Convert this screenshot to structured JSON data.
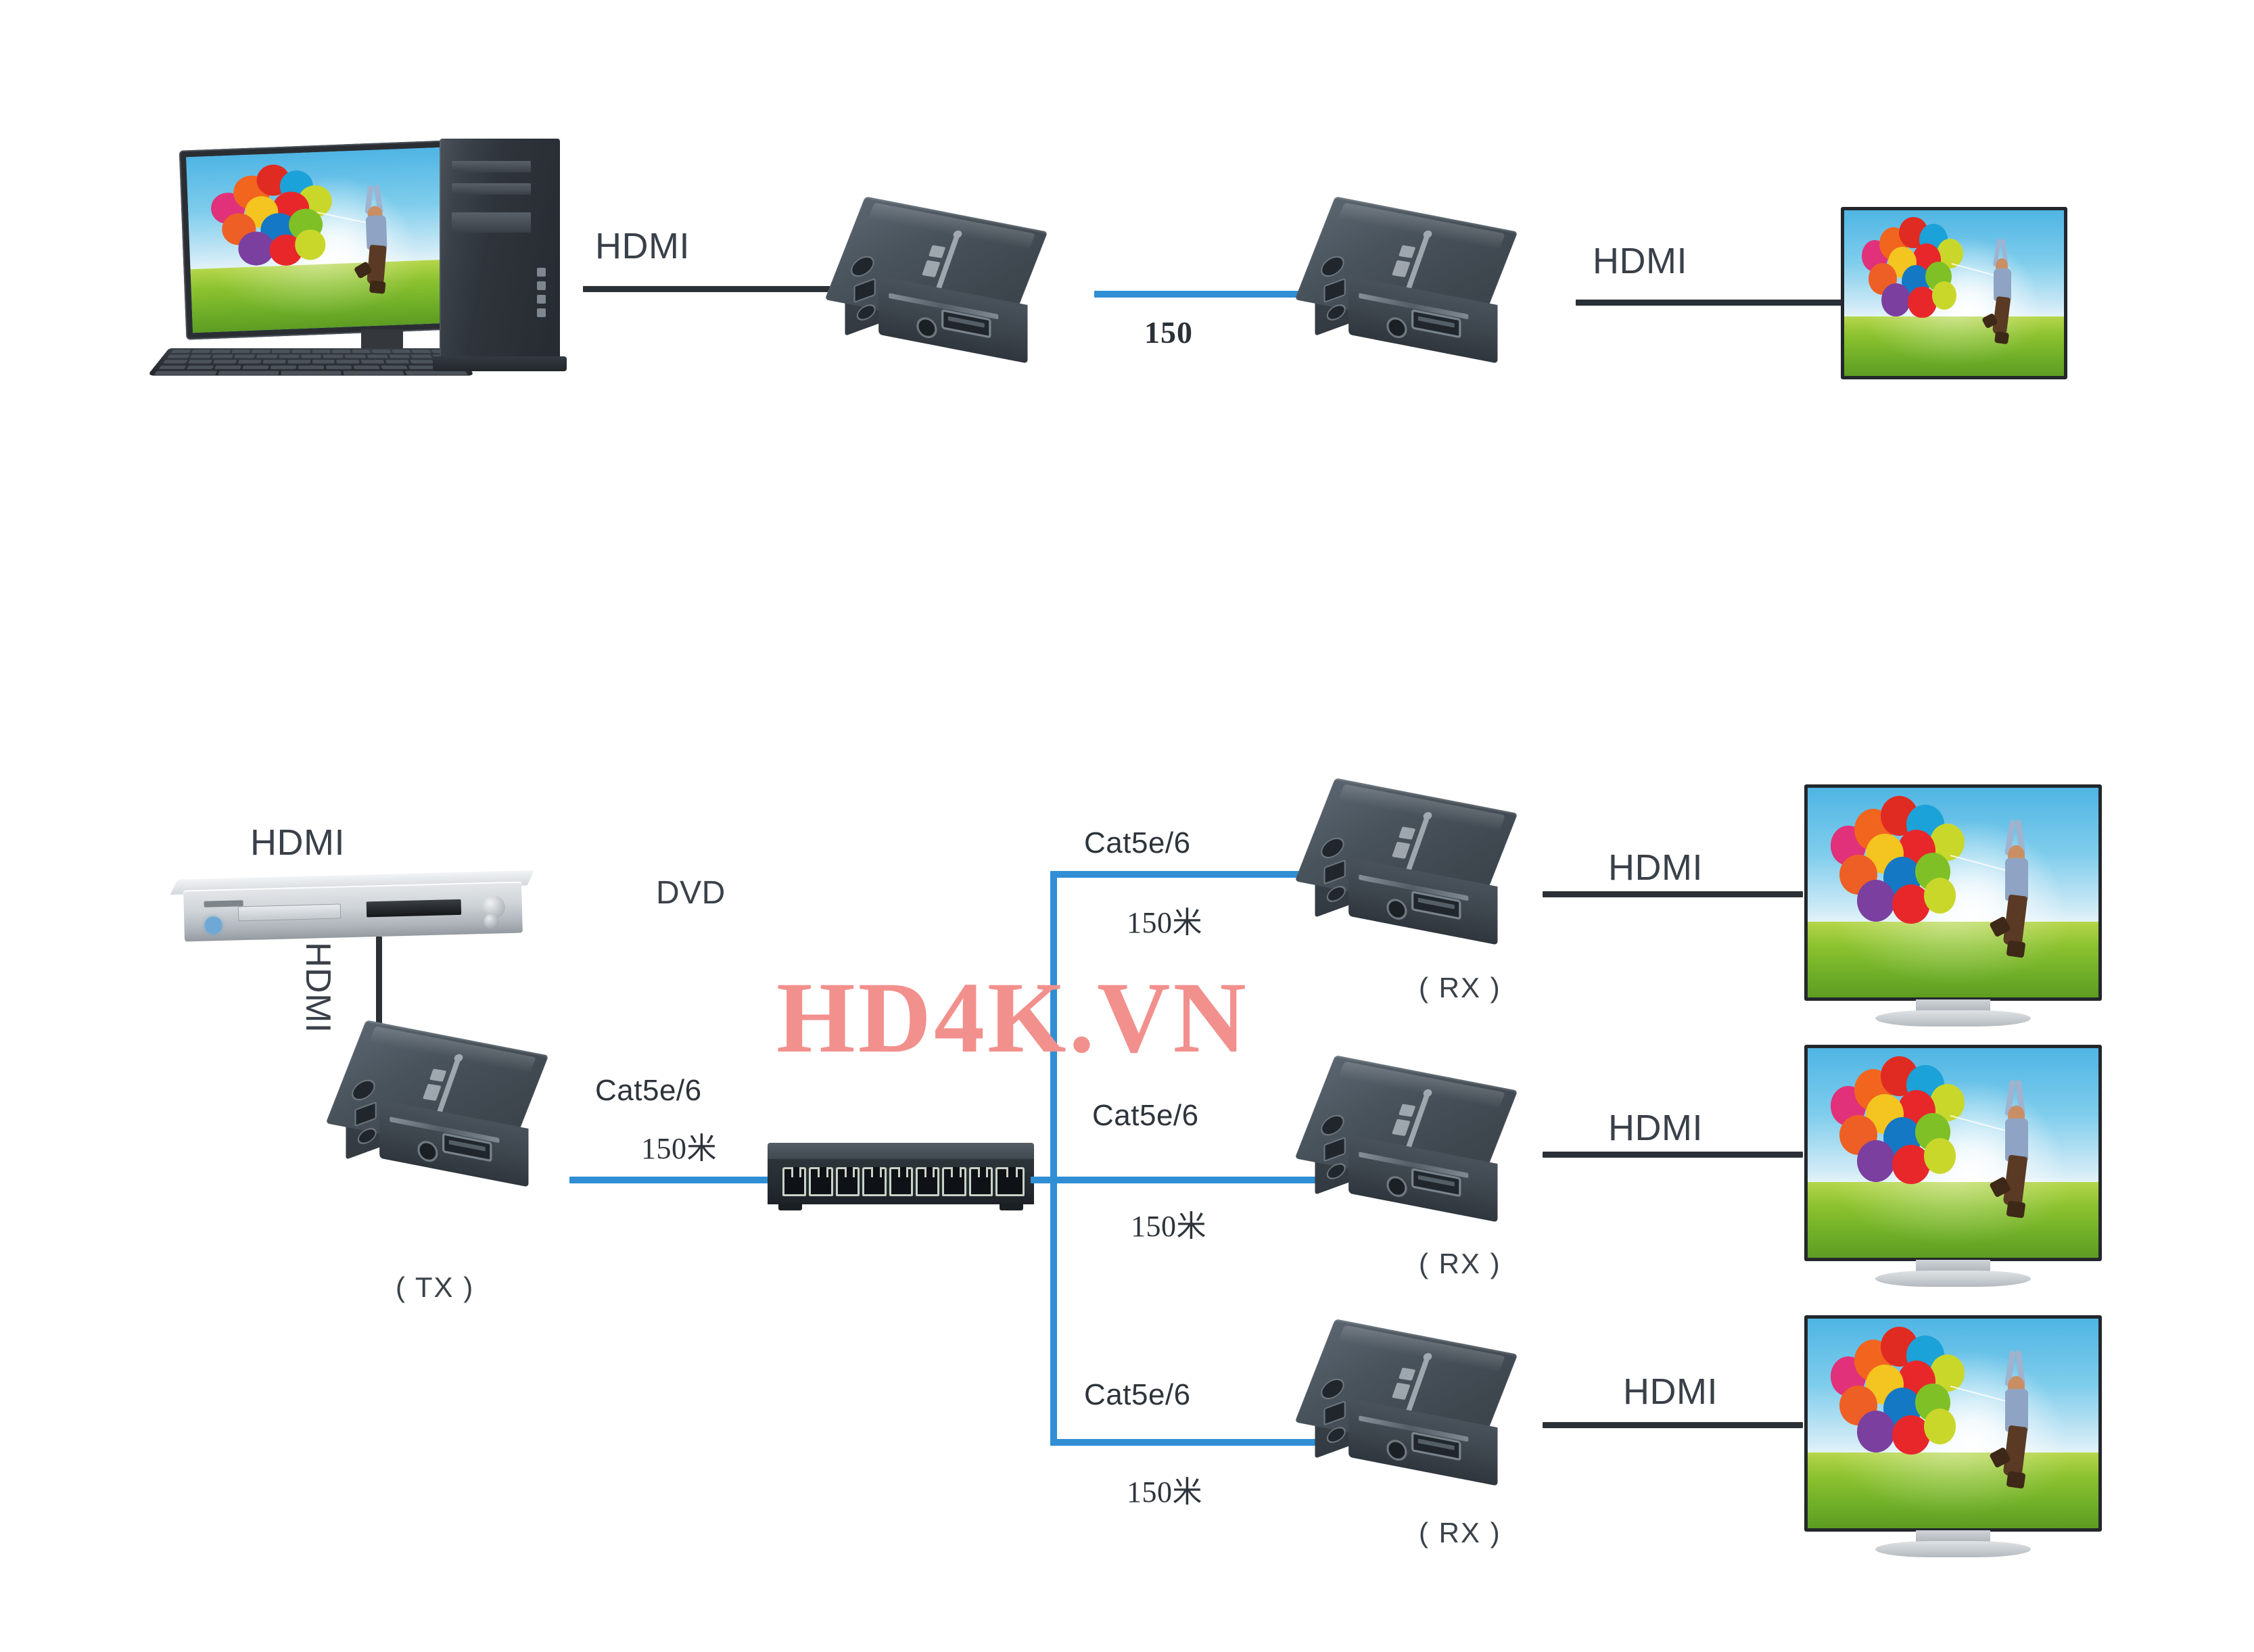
{
  "diagram": {
    "title": "HDMI Extender over Cat5e/6 connection diagram",
    "watermark": "HD4K.VN",
    "colors": {
      "cable_black": "#2b3036",
      "cable_blue": "#2f8ed4",
      "watermark": "#f2908d",
      "label_text": "#3b4249",
      "device_body": "#3e464e"
    }
  },
  "top_scenario": {
    "name": "point-to-point",
    "source_label": "HDMI",
    "output_label": "HDMI",
    "distance_label": "150",
    "source_device": "desktop-computer",
    "sink_device": "television",
    "transmitter": "hdmi-extender-transmitter",
    "receiver": "hdmi-extender-receiver"
  },
  "bottom_scenario": {
    "name": "one-to-many over network switch",
    "source_top_label": "HDMI",
    "source_vertical_label": "HDMI",
    "source_name": "DVD",
    "transmitter_label": "( TX )",
    "uplink": {
      "cable_label": "Cat5e/6",
      "distance_label": "150米"
    },
    "switch": {
      "name": "network-switch",
      "port_count": 9
    },
    "branches": [
      {
        "cable_label": "Cat5e/6",
        "distance_label": "150米",
        "receiver_label": "( RX )",
        "output_label": "HDMI",
        "sink_device": "television"
      },
      {
        "cable_label": "Cat5e/6",
        "distance_label": "150米",
        "receiver_label": "( RX )",
        "output_label": "HDMI",
        "sink_device": "television"
      },
      {
        "cable_label": "Cat5e/6",
        "distance_label": "150米",
        "receiver_label": "( RX )",
        "output_label": "HDMI",
        "sink_device": "television"
      }
    ]
  }
}
